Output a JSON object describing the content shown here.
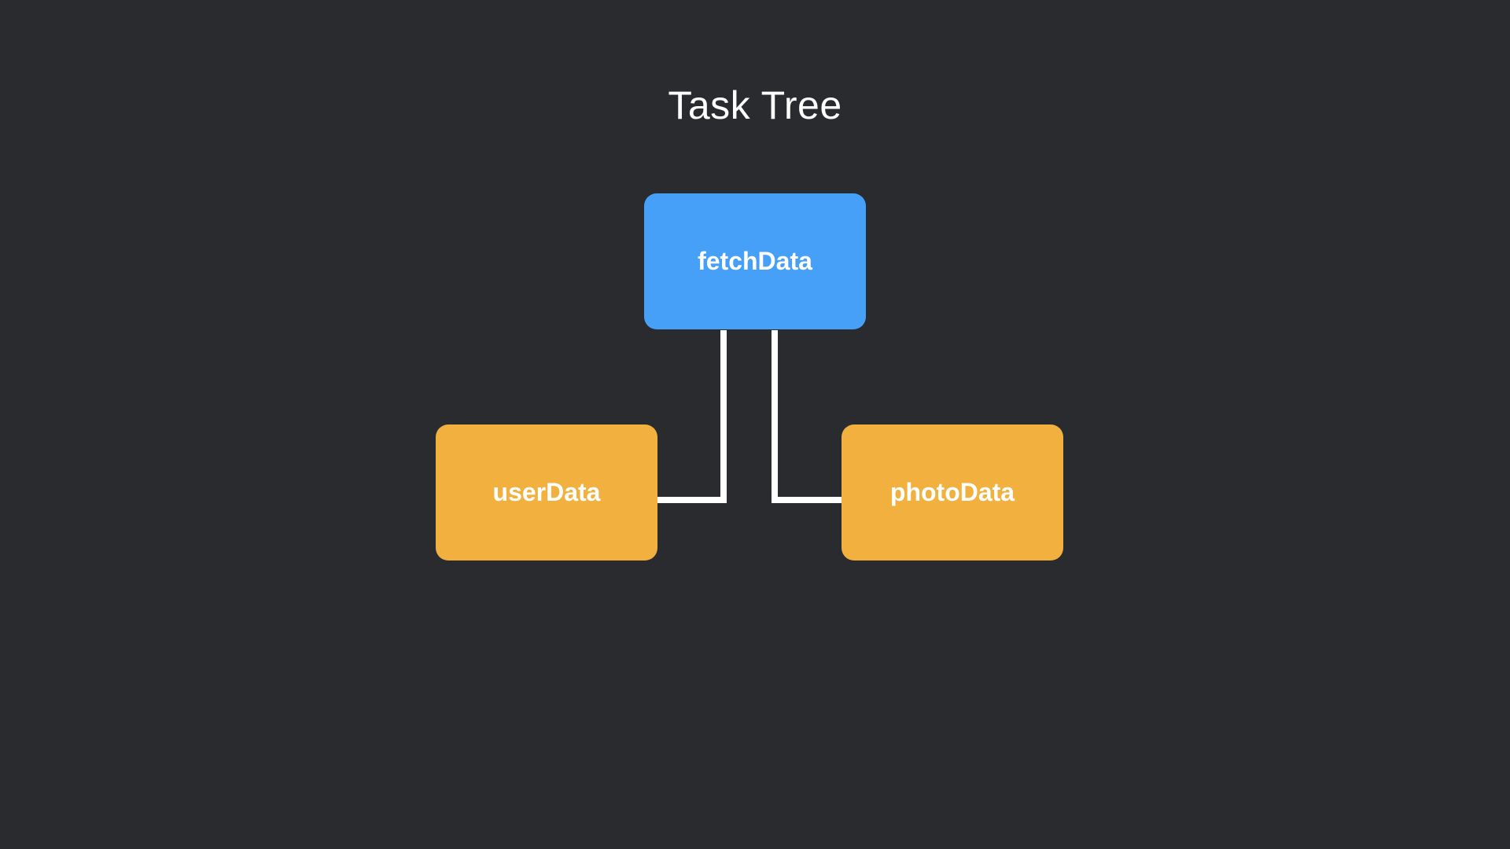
{
  "diagram": {
    "title": "Task Tree",
    "colors": {
      "background": "#2a2b2f",
      "parent": "#47a0f7",
      "child": "#f2b13f",
      "connector": "#ffffff"
    },
    "nodes": {
      "parent": {
        "label": "fetchData"
      },
      "left_child": {
        "label": "userData"
      },
      "right_child": {
        "label": "photoData"
      }
    },
    "edges": [
      {
        "from": "fetchData",
        "to": "userData"
      },
      {
        "from": "fetchData",
        "to": "photoData"
      }
    ]
  }
}
